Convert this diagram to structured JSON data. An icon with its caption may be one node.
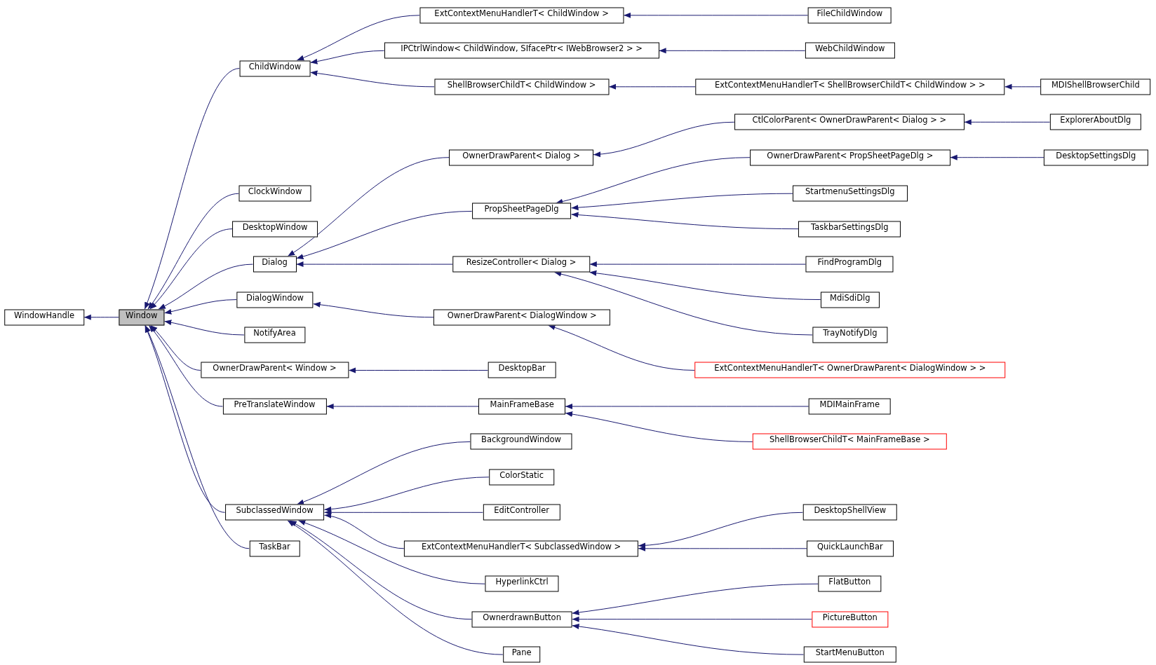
{
  "diagram": {
    "nodes": [
      {
        "text": [
          "WindowHandle"
        ]
      },
      {
        "text": [
          "Window"
        ]
      },
      {
        "text": [
          "ChildWindow"
        ]
      },
      {
        "text": [
          "ClockWindow"
        ]
      },
      {
        "text": [
          "DesktopWindow"
        ]
      },
      {
        "text": [
          "Dialog"
        ]
      },
      {
        "text": [
          "DialogWindow"
        ]
      },
      {
        "text": [
          "NotifyArea"
        ]
      },
      {
        "text": [
          "OwnerDrawParent< Window >"
        ]
      },
      {
        "text": [
          "PreTranslateWindow"
        ]
      },
      {
        "text": [
          "SubclassedWindow"
        ]
      },
      {
        "text": [
          "TaskBar"
        ]
      },
      {
        "text": [
          "ExtContextMenuHandlerT< ChildWindow >"
        ]
      },
      {
        "text": [
          "IPCtrlWindow< ChildWindow, SIfacePtr< IWebBrowser2 > >"
        ]
      },
      {
        "text": [
          "ShellBrowserChildT< ChildWindow >"
        ]
      },
      {
        "text": [
          "OwnerDrawParent< Dialog >"
        ]
      },
      {
        "text": [
          "PropSheetPageDlg"
        ]
      },
      {
        "text": [
          "ResizeController< Dialog >"
        ]
      },
      {
        "text": [
          "OwnerDrawParent< DialogWindow >"
        ]
      },
      {
        "text": [
          "DesktopBar"
        ]
      },
      {
        "text": [
          "MainFrameBase"
        ]
      },
      {
        "text": [
          "BackgroundWindow"
        ]
      },
      {
        "text": [
          "ColorStatic"
        ]
      },
      {
        "text": [
          "EditController"
        ]
      },
      {
        "text": [
          "ExtContextMenuHandlerT< SubclassedWindow >"
        ]
      },
      {
        "text": [
          "HyperlinkCtrl"
        ]
      },
      {
        "text": [
          "OwnerdrawnButton"
        ]
      },
      {
        "text": [
          "Pane"
        ]
      },
      {
        "text": [
          "FileChildWindow"
        ]
      },
      {
        "text": [
          "WebChildWindow"
        ]
      },
      {
        "text": [
          "ExtContextMenuHandlerT< ShellBrowserChildT< ChildWindow > >"
        ]
      },
      {
        "text": [
          "CtlColorParent< OwnerDrawParent< Dialog > >"
        ]
      },
      {
        "text": [
          "OwnerDrawParent< PropSheetPageDlg >"
        ]
      },
      {
        "text": [
          "StartmenuSettingsDlg"
        ]
      },
      {
        "text": [
          "TaskbarSettingsDlg"
        ]
      },
      {
        "text": [
          "FindProgramDlg"
        ]
      },
      {
        "text": [
          "MdiSdiDlg"
        ]
      },
      {
        "text": [
          "TrayNotifyDlg"
        ]
      },
      {
        "text": [
          "ExtContextMenuHandlerT< OwnerDrawParent< DialogWindow > >"
        ]
      },
      {
        "text": [
          "MDIMainFrame"
        ]
      },
      {
        "text": [
          "ShellBrowserChildT< MainFrameBase >"
        ]
      },
      {
        "text": [
          "DesktopShellView"
        ]
      },
      {
        "text": [
          "QuickLaunchBar"
        ]
      },
      {
        "text": [
          "FlatButton"
        ]
      },
      {
        "text": [
          "PictureButton"
        ]
      },
      {
        "text": [
          "StartMenuButton"
        ]
      },
      {
        "text": [
          "MDIShellBrowserChild"
        ]
      },
      {
        "text": [
          "ExplorerAboutDlg"
        ]
      },
      {
        "text": [
          "DesktopSettingsDlg"
        ]
      }
    ],
    "edges": [
      {
        "from": 1,
        "to": 0,
        "arrow": "to"
      },
      {
        "from": 2,
        "to": 1,
        "arrow": "to"
      },
      {
        "from": 3,
        "to": 1,
        "arrow": "to"
      },
      {
        "from": 4,
        "to": 1,
        "arrow": "to"
      },
      {
        "from": 5,
        "to": 1,
        "arrow": "to"
      },
      {
        "from": 6,
        "to": 1,
        "arrow": "to"
      },
      {
        "from": 7,
        "to": 1,
        "arrow": "to"
      },
      {
        "from": 8,
        "to": 1,
        "arrow": "to"
      },
      {
        "from": 9,
        "to": 1,
        "arrow": "to"
      },
      {
        "from": 10,
        "to": 1,
        "arrow": "to"
      },
      {
        "from": 11,
        "to": 1,
        "arrow": "to"
      },
      {
        "from": 12,
        "to": 2,
        "arrow": "to"
      },
      {
        "from": 13,
        "to": 2,
        "arrow": "to"
      },
      {
        "from": 14,
        "to": 2,
        "arrow": "to"
      },
      {
        "from": 28,
        "to": 12,
        "arrow": "to"
      },
      {
        "from": 29,
        "to": 13,
        "arrow": "to"
      },
      {
        "from": 30,
        "to": 14,
        "arrow": "to"
      },
      {
        "from": 46,
        "to": 30,
        "arrow": "to"
      },
      {
        "from": 15,
        "to": 5,
        "arrow": "to"
      },
      {
        "from": 16,
        "to": 5,
        "arrow": "to"
      },
      {
        "from": 17,
        "to": 5,
        "arrow": "to"
      },
      {
        "from": 31,
        "to": 15,
        "arrow": "to"
      },
      {
        "from": 47,
        "to": 31,
        "arrow": "to"
      },
      {
        "from": 32,
        "to": 16,
        "arrow": "to"
      },
      {
        "from": 48,
        "to": 32,
        "arrow": "to"
      },
      {
        "from": 33,
        "to": 16,
        "arrow": "to"
      },
      {
        "from": 34,
        "to": 16,
        "arrow": "to"
      },
      {
        "from": 35,
        "to": 17,
        "arrow": "to"
      },
      {
        "from": 36,
        "to": 17,
        "arrow": "to"
      },
      {
        "from": 37,
        "to": 17,
        "arrow": "to"
      },
      {
        "from": 18,
        "to": 6,
        "arrow": "to"
      },
      {
        "from": 38,
        "to": 18,
        "arrow": "to"
      },
      {
        "from": 19,
        "to": 8,
        "arrow": "to"
      },
      {
        "from": 20,
        "to": 9,
        "arrow": "to"
      },
      {
        "from": 39,
        "to": 20,
        "arrow": "to"
      },
      {
        "from": 40,
        "to": 20,
        "arrow": "to"
      },
      {
        "from": 21,
        "to": 10,
        "arrow": "to"
      },
      {
        "from": 22,
        "to": 10,
        "arrow": "to"
      },
      {
        "from": 23,
        "to": 10,
        "arrow": "to"
      },
      {
        "from": 24,
        "to": 10,
        "arrow": "to"
      },
      {
        "from": 25,
        "to": 10,
        "arrow": "to"
      },
      {
        "from": 26,
        "to": 10,
        "arrow": "to"
      },
      {
        "from": 27,
        "to": 10,
        "arrow": "to"
      },
      {
        "from": 41,
        "to": 24,
        "arrow": "to"
      },
      {
        "from": 42,
        "to": 24,
        "arrow": "to"
      },
      {
        "from": 43,
        "to": 26,
        "arrow": "to"
      },
      {
        "from": 44,
        "to": 26,
        "arrow": "to"
      },
      {
        "from": 45,
        "to": 26,
        "arrow": "to"
      }
    ]
  }
}
